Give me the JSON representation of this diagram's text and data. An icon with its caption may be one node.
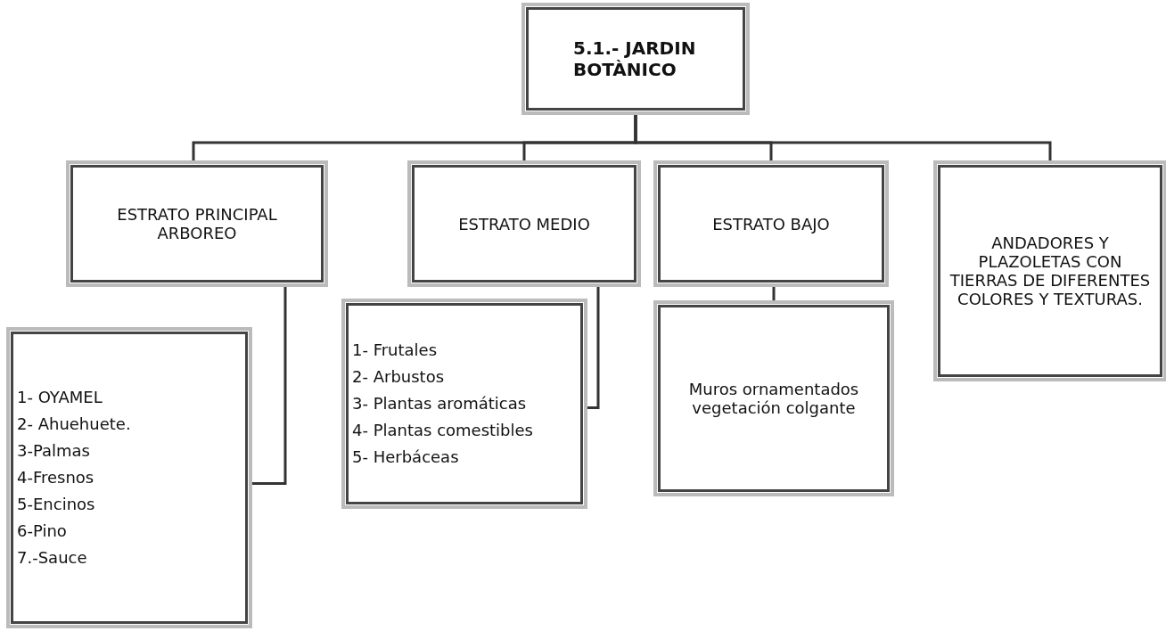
{
  "diagram": {
    "nodes": [
      {
        "text": [
          "5.1.- JARDIN BOTÀNICO"
        ]
      },
      {
        "text": [
          "ESTRATO PRINCIPAL ARBOREO"
        ]
      },
      {
        "text": [
          "ESTRATO MEDIO"
        ]
      },
      {
        "text": [
          "ESTRATO BAJO"
        ]
      },
      {
        "text": [
          "ANDADORES Y PLAZOLETAS CON TIERRAS DE DIFERENTES COLORES Y TEXTURAS."
        ]
      },
      {
        "text": [
          "1- OYAMEL",
          "2- Ahuehuete.",
          "3-Palmas",
          "4-Fresnos",
          "5-Encinos",
          "6-Pino",
          "7.-Sauce"
        ]
      },
      {
        "text": [
          "1- Frutales",
          "2- Arbustos",
          "3- Plantas aromáticas",
          "4- Plantas comestibles",
          "5- Herbáceas"
        ]
      },
      {
        "text": [
          "Muros ornamentados vegetación colgante"
        ]
      }
    ],
    "edges": [
      {
        "from": 0,
        "to": 1,
        "arrow": "none"
      },
      {
        "from": 0,
        "to": 2,
        "arrow": "none"
      },
      {
        "from": 0,
        "to": 3,
        "arrow": "none"
      },
      {
        "from": 0,
        "to": 4,
        "arrow": "none"
      },
      {
        "from": 1,
        "to": 5,
        "arrow": "none"
      },
      {
        "from": 2,
        "to": 6,
        "arrow": "none"
      },
      {
        "from": 3,
        "to": 7,
        "arrow": "none"
      }
    ]
  }
}
